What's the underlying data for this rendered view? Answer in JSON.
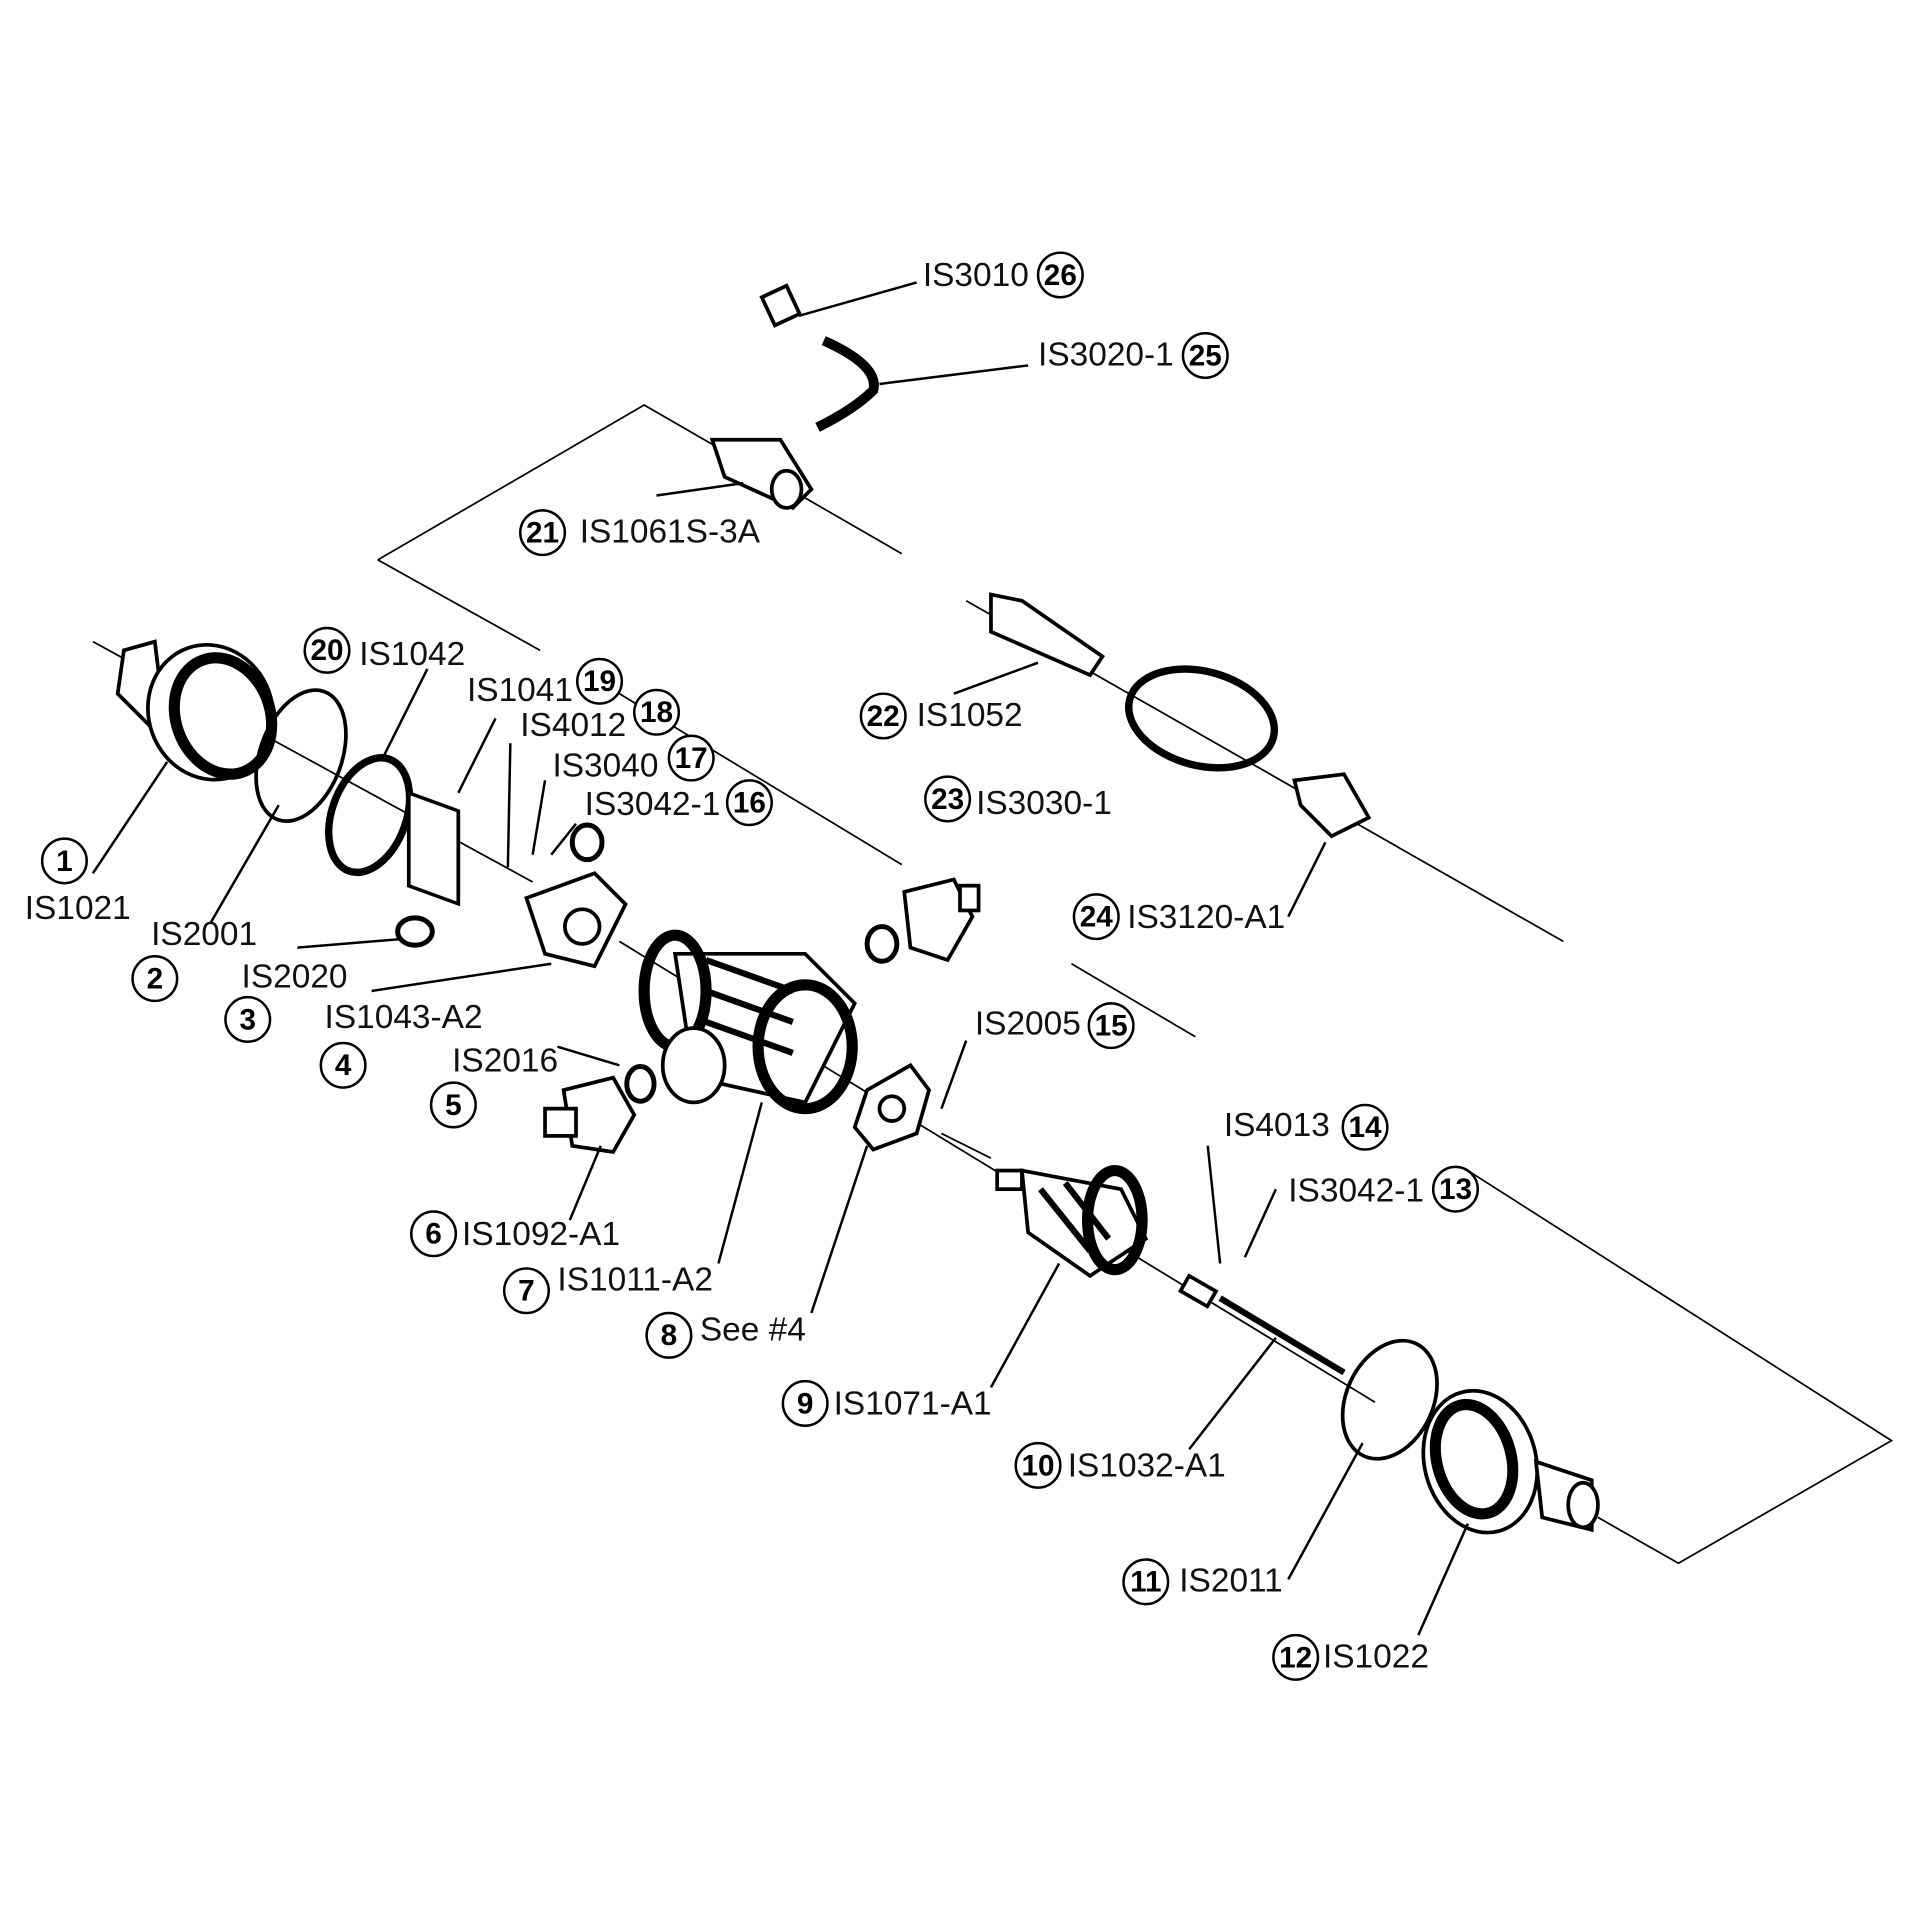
{
  "title": "Exploded parts diagram",
  "callouts": [
    {
      "num": "1",
      "part": "IS1021"
    },
    {
      "num": "2",
      "part": "IS2001"
    },
    {
      "num": "3",
      "part": "IS2020"
    },
    {
      "num": "4",
      "part": "IS1043-A2"
    },
    {
      "num": "5",
      "part": "IS2016"
    },
    {
      "num": "6",
      "part": "IS1092-A1"
    },
    {
      "num": "7",
      "part": "IS1011-A2"
    },
    {
      "num": "8",
      "part": "See #4"
    },
    {
      "num": "9",
      "part": "IS1071-A1"
    },
    {
      "num": "10",
      "part": "IS1032-A1"
    },
    {
      "num": "11",
      "part": "IS2011"
    },
    {
      "num": "12",
      "part": "IS1022"
    },
    {
      "num": "13",
      "part": "IS3042-1"
    },
    {
      "num": "14",
      "part": "IS4013"
    },
    {
      "num": "15",
      "part": "IS2005"
    },
    {
      "num": "16",
      "part": "IS3042-1"
    },
    {
      "num": "17",
      "part": "IS3040"
    },
    {
      "num": "18",
      "part": "IS4012"
    },
    {
      "num": "19",
      "part": "IS1041"
    },
    {
      "num": "20",
      "part": "IS1042"
    },
    {
      "num": "21",
      "part": "IS1061S-3A"
    },
    {
      "num": "22",
      "part": "IS1052"
    },
    {
      "num": "23",
      "part": "IS3030-1"
    },
    {
      "num": "24",
      "part": "IS3120-A1"
    },
    {
      "num": "25",
      "part": "IS3020-1"
    },
    {
      "num": "26",
      "part": "IS3010"
    }
  ]
}
